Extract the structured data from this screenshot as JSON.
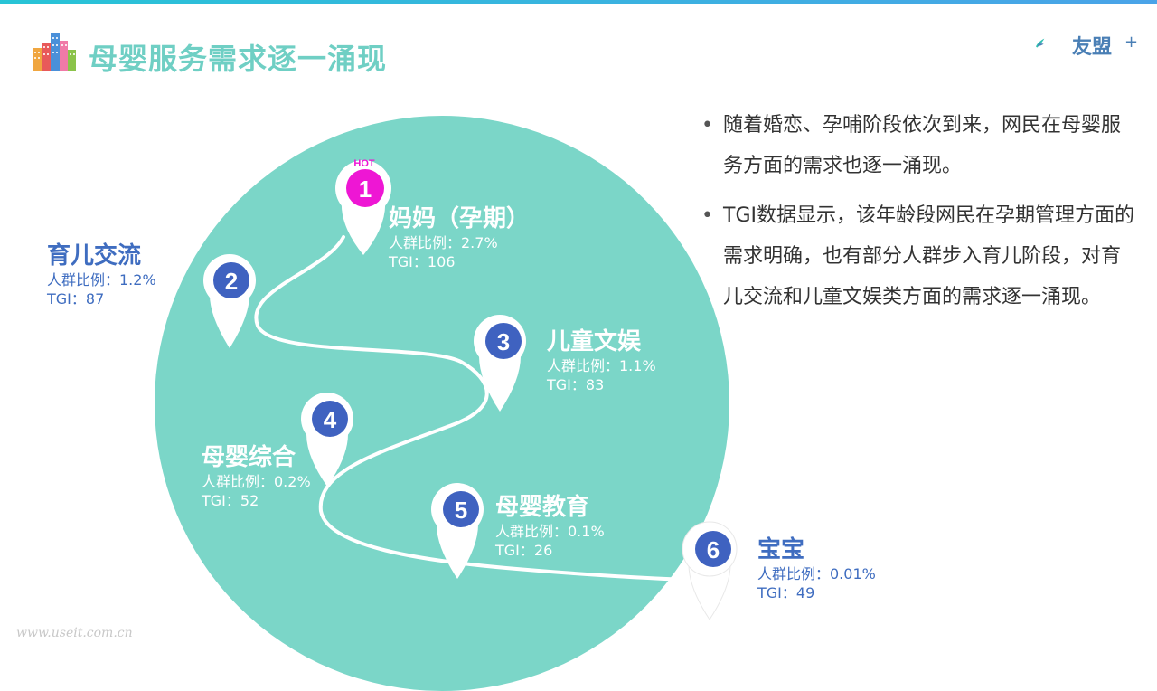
{
  "header": {
    "title": "母婴服务需求逐一涌现",
    "logo_text": "友盟",
    "logo_plus": "+"
  },
  "hot_badge": "HOT",
  "nodes": [
    {
      "num": "1",
      "name": "妈妈（孕期）",
      "ratio": "人群比例：2.7%",
      "tgi": "TGI：106"
    },
    {
      "num": "2",
      "name": "育儿交流",
      "ratio": "人群比例：1.2%",
      "tgi": "TGI：87"
    },
    {
      "num": "3",
      "name": "儿童文娱",
      "ratio": "人群比例：1.1%",
      "tgi": "TGI：83"
    },
    {
      "num": "4",
      "name": "母婴综合",
      "ratio": "人群比例：0.2%",
      "tgi": "TGI：52"
    },
    {
      "num": "5",
      "name": "母婴教育",
      "ratio": "人群比例：0.1%",
      "tgi": "TGI：26"
    },
    {
      "num": "6",
      "name": "宝宝",
      "ratio": "人群比例：0.01%",
      "tgi": "TGI：49"
    }
  ],
  "bullets": [
    "随着婚恋、孕哺阶段依次到来，网民在母婴服务方面的需求也逐一涌现。",
    "TGI数据显示，该年龄段网民在孕期管理方面的需求明确，也有部分人群步入育儿阶段，对育儿交流和儿童文娱类方面的需求逐一涌现。"
  ],
  "watermark": "www.useit.com.cn",
  "colors": {
    "circle": "#7bd6c8",
    "title": "#6fcfc4",
    "pin_number": "#3f62c0",
    "hot_pin": "#ee16d4",
    "blue_label": "#3f6dc0"
  }
}
